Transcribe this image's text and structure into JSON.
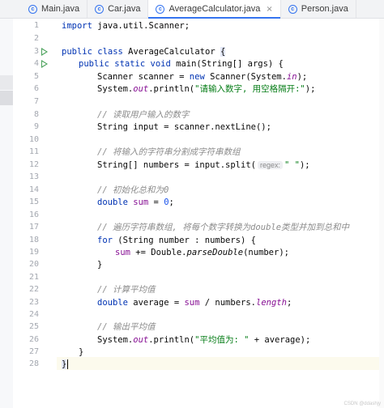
{
  "tabs": [
    {
      "label": "Main.java",
      "active": false
    },
    {
      "label": "Car.java",
      "active": false
    },
    {
      "label": "AverageCalculator.java",
      "active": true
    },
    {
      "label": "Person.java",
      "active": false
    }
  ],
  "tab_icon_letter": "c",
  "close_glyph": "×",
  "line_numbers": [
    "1",
    "2",
    "3",
    "4",
    "5",
    "6",
    "7",
    "8",
    "9",
    "10",
    "11",
    "12",
    "13",
    "14",
    "15",
    "16",
    "17",
    "18",
    "19",
    "20",
    "21",
    "22",
    "23",
    "24",
    "25",
    "26",
    "27",
    "28"
  ],
  "code": {
    "l1": {
      "kw": "import",
      "rest": " java.util.Scanner;"
    },
    "l3": {
      "kw1": "public class",
      "name": " AverageCalculator ",
      "brace": "{"
    },
    "l4": {
      "kw1": "public static void",
      "rest": " main(String[] args) {"
    },
    "l5": {
      "a": "Scanner scanner = ",
      "kw": "new",
      "b": " Scanner(System.",
      "fld": "in",
      "c": ");"
    },
    "l6": {
      "a": "System.",
      "fld": "out",
      "b": ".println(",
      "str": "\"请输入数字, 用空格隔开:\"",
      "c": ");"
    },
    "l8": {
      "cm": "// 读取用户输入的数字"
    },
    "l9": {
      "a": "String input = scanner.nextLine();"
    },
    "l11": {
      "cm": "// 将输入的字符串分割成字符串数组"
    },
    "l12": {
      "a": "String[] numbers = input.split(",
      "hint": "regex:",
      "str": "\" \"",
      "b": ");"
    },
    "l14": {
      "cm": "// 初始化总和为0"
    },
    "l15": {
      "kw": "double",
      "var": " sum",
      "a": " = ",
      "num": "0",
      "b": ";"
    },
    "l17": {
      "cm": "// 遍历字符串数组, 将每个数字转换为double类型并加到总和中"
    },
    "l18": {
      "kw": "for",
      "a": " (String number : numbers) {"
    },
    "l19": {
      "var": "sum",
      "a": " += Double.",
      "mth": "parseDouble",
      "b": "(number);"
    },
    "l20": {
      "a": "}"
    },
    "l22": {
      "cm": "// 计算平均值"
    },
    "l23": {
      "kw": "double",
      "a": " average = ",
      "var": "sum",
      "b": " / numbers.",
      "fld": "length",
      "c": ";"
    },
    "l25": {
      "cm": "// 输出平均值"
    },
    "l26": {
      "a": "System.",
      "fld": "out",
      "b": ".println(",
      "str": "\"平均值为: \"",
      "c": " + average);"
    },
    "l27": {
      "a": "}"
    },
    "l28": {
      "a": "}"
    }
  },
  "watermark": "CSDN @ddashjy",
  "colors": {
    "keyword": "#0033b3",
    "string": "#067d17",
    "comment": "#8c8c8c",
    "field": "#871094",
    "number": "#1750eb",
    "run": "#4aa15a",
    "accent": "#3574f0"
  }
}
